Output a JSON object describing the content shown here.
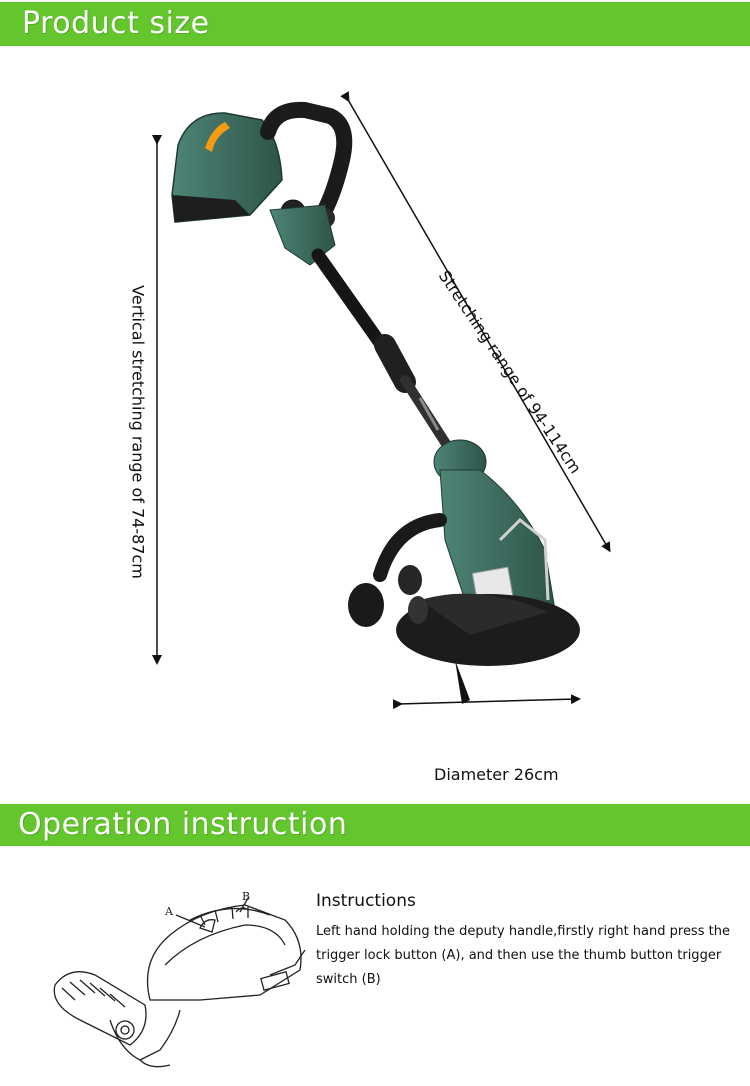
{
  "sections": {
    "product_size": "Product size",
    "operation": "Operation instruction"
  },
  "dimensions": {
    "vertical": "Vertical stretching range of 74-87cm",
    "stretching": "Stretching range of 94-114cm",
    "diameter": "Diameter 26cm"
  },
  "instructions": {
    "title": "Instructions",
    "body": "Left hand holding the deputy handle,firstly right hand  press the  trigger lock button (A), and then use the thumb button trigger switch (B)"
  },
  "diagram": {
    "label_a": "A",
    "label_b": "B"
  },
  "colors": {
    "banner": "#62c62c",
    "body_green": "#3f6f62",
    "accent_orange": "#f39c12"
  }
}
